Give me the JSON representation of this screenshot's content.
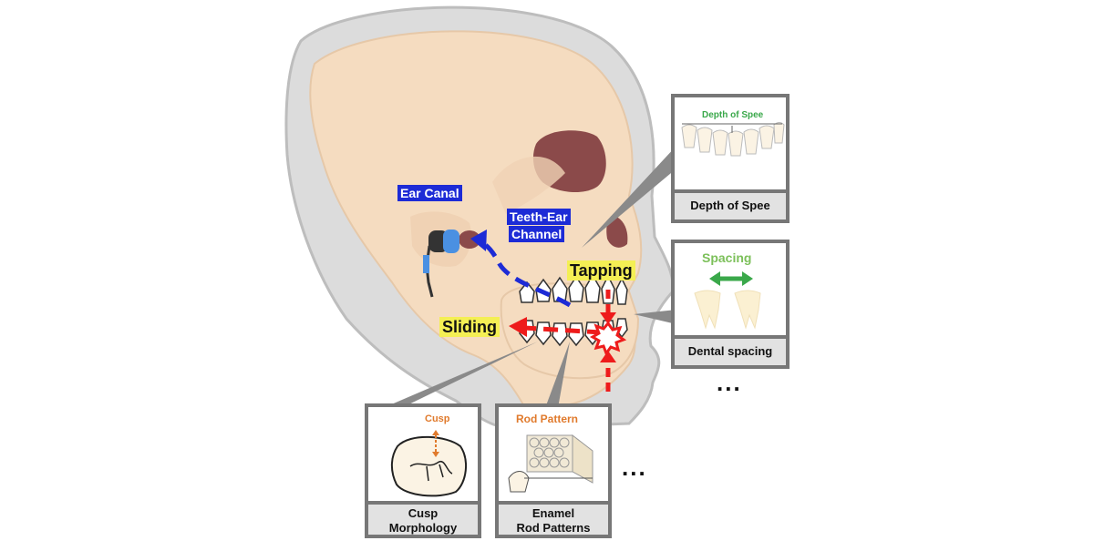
{
  "labels": {
    "ear_canal": "Ear Canal",
    "teeth_ear_channel_line1": "Teeth-Ear",
    "teeth_ear_channel_line2": "Channel",
    "tapping": "Tapping",
    "sliding": "Sliding"
  },
  "panels": {
    "depth_of_spee": {
      "inner_label": "Depth of Spee",
      "caption": "Depth of Spee"
    },
    "spacing": {
      "inner_label": "Spacing",
      "caption": "Dental spacing"
    },
    "cusp": {
      "inner_label": "Cusp",
      "caption_line1": "Cusp",
      "caption_line2": "Morphology"
    },
    "rod": {
      "inner_label": "Rod Pattern",
      "caption_line1": "Enamel",
      "caption_line2": "Rod Patterns"
    }
  },
  "ellipsis_right": "...",
  "ellipsis_bottom": "...",
  "colors": {
    "skull": "#f5dcc0",
    "skin_outline": "#c9c9c9",
    "eye_socket": "#8b4a4a",
    "blue_path": "#1d2bd6",
    "red_path": "#ee1b1b",
    "label_yellow": "#f4ef54",
    "spacing_green": "#3aa84a",
    "cusp_orange": "#e07a2c",
    "panel_border": "#777777"
  }
}
